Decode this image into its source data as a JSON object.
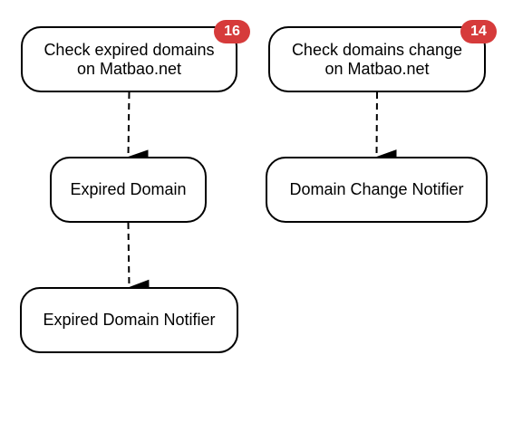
{
  "nodes": {
    "check_expired": "Check expired domains\non Matbao.net",
    "check_change": "Check domains change\non Matbao.net",
    "expired_domain": "Expired Domain",
    "domain_change_notifier": "Domain Change Notifier",
    "expired_domain_notifier": "Expired Domain Notifier"
  },
  "badges": {
    "check_expired": "16",
    "check_change": "14"
  },
  "edges": [
    {
      "from": "check_expired",
      "to": "expired_domain",
      "style": "dashed"
    },
    {
      "from": "expired_domain",
      "to": "expired_domain_notifier",
      "style": "dashed"
    },
    {
      "from": "check_change",
      "to": "domain_change_notifier",
      "style": "dashed"
    }
  ],
  "colors": {
    "badge": "#d63b3b",
    "stroke": "#000000",
    "background": "#ffffff"
  }
}
